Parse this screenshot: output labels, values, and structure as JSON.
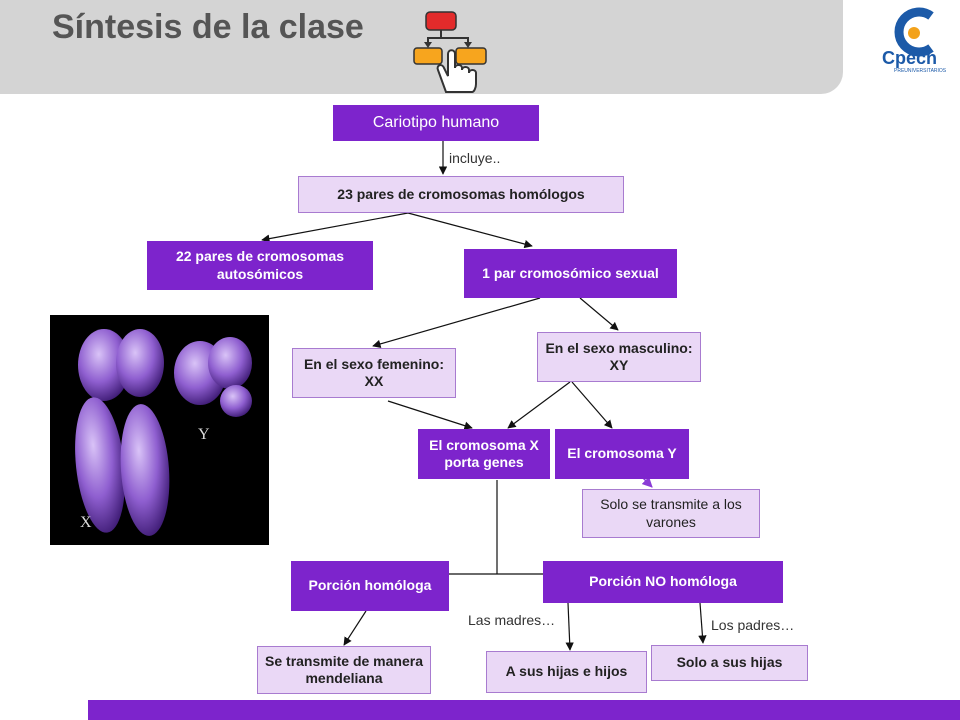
{
  "header": {
    "title": "Síntesis de la clase"
  },
  "logo": {
    "brand": "Cpech",
    "tagline": "PREUNIVERSITARIOS"
  },
  "photo": {
    "label_x": "X",
    "label_y": "Y"
  },
  "diagram": {
    "root": "Cariotipo humano",
    "edge_includes": "incluye..",
    "pairs_total": "23 pares de cromosomas homólogos",
    "autosomal": "22 pares de cromosomas autosómicos",
    "sexual": "1 par cromosómico sexual",
    "female": "En el sexo femenino: XX",
    "male": "En el sexo masculino: XY",
    "chromosome_x": "El cromosoma X porta genes",
    "chromosome_y": "El cromosoma Y",
    "y_note": "Solo se transmite a los varones",
    "homologous": "Porción homóloga",
    "non_homologous": "Porción  NO homóloga",
    "mendelian": "Se transmite de manera mendeliana",
    "mothers_label": "Las madres…",
    "fathers_label": "Los padres…",
    "mothers_result": "A sus hijas e hijos",
    "fathers_result": "Solo a sus hijas"
  },
  "colors": {
    "accent": "#7d24cc",
    "light_fill": "#ead8f6",
    "header_gray": "#d4d4d4"
  }
}
